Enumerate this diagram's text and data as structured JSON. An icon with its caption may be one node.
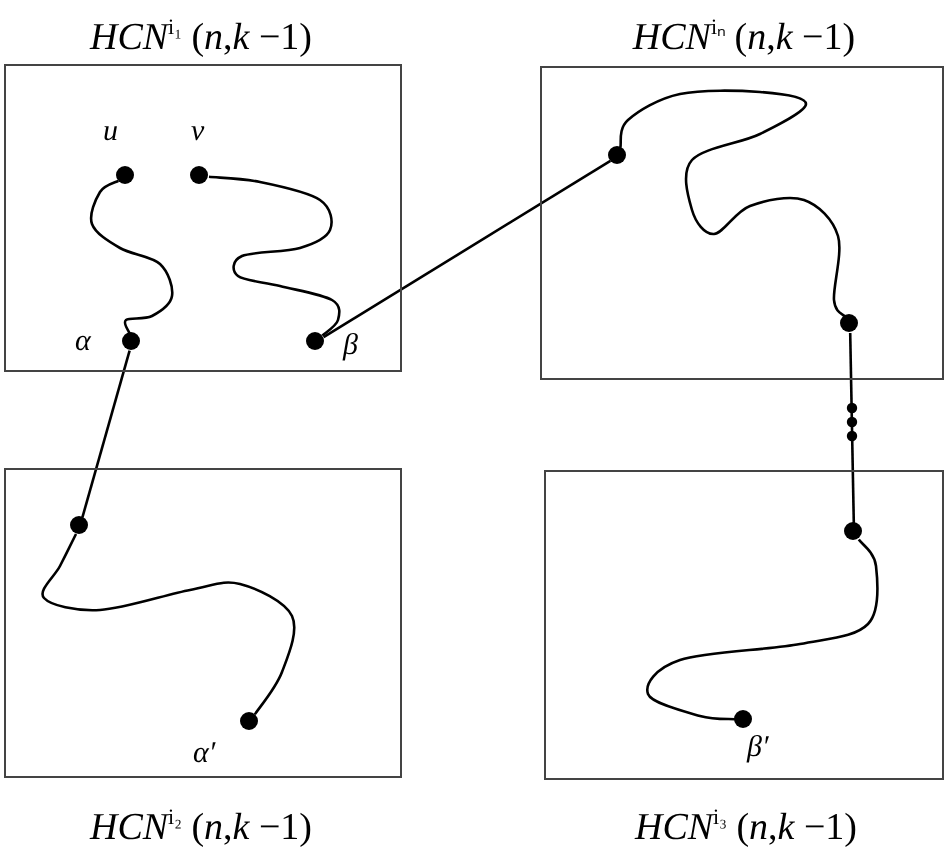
{
  "diagram": {
    "nodes": [
      {
        "text": [
          "*HCN*$^{i₁}$ (*n*,*k* −1)"
        ]
      },
      {
        "text": [],
        "shape": "circle",
        "beside": [
          "u"
        ],
        "in": 0
      },
      {
        "text": [],
        "shape": "circle",
        "beside": [
          "v"
        ],
        "in": 0
      },
      {
        "text": [],
        "shape": "circle",
        "beside": [
          "α"
        ],
        "in": 0
      },
      {
        "text": [],
        "shape": "circle",
        "beside": [
          "β"
        ],
        "in": 0
      },
      {
        "text": [
          "*HCN*$^{iₙ}$ (*n*,*k* −1)"
        ]
      },
      {
        "text": [],
        "shape": "circle",
        "in": 5
      },
      {
        "text": [],
        "shape": "circle",
        "in": 5
      },
      {
        "text": [
          "*HCN*$^{i₂}$ (*n*,*k* −1)"
        ]
      },
      {
        "text": [],
        "shape": "circle",
        "in": 8
      },
      {
        "text": [],
        "shape": "circle",
        "beside": [
          "α′"
        ],
        "in": 8
      },
      {
        "text": [
          "*HCN*$^{i₃}$ (*n*,*k* −1)"
        ]
      },
      {
        "text": [],
        "shape": "circle",
        "in": 11
      },
      {
        "text": [],
        "shape": "circle",
        "beside": [
          "β′"
        ],
        "in": 11
      }
    ],
    "edges": [
      {
        "from": 1,
        "to": 3,
        "arrow": "none"
      },
      {
        "from": 2,
        "to": 4,
        "arrow": "none"
      },
      {
        "from": 4,
        "to": 6,
        "arrow": "none"
      },
      {
        "from": 6,
        "to": 7,
        "arrow": "none"
      },
      {
        "from": 7,
        "to": 12,
        "arrow": "none"
      },
      {
        "from": 3,
        "to": 9,
        "arrow": "none"
      },
      {
        "from": 9,
        "to": 10,
        "arrow": "none"
      },
      {
        "from": 12,
        "to": 13,
        "arrow": "none"
      }
    ]
  }
}
